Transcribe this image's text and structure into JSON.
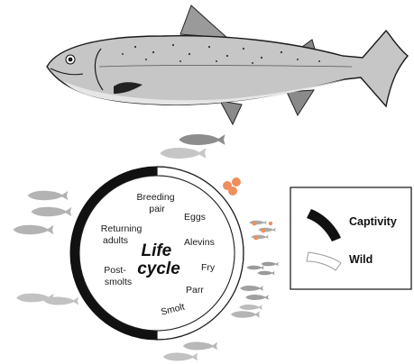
{
  "diagram": {
    "center_label_line1": "Life",
    "center_label_line2": "cycle",
    "stages": {
      "breeding_pair_line1": "Breeding",
      "breeding_pair_line2": "pair",
      "eggs": "Eggs",
      "alevins": "Alevins",
      "fry": "Fry",
      "parr": "Parr",
      "smolt": "Smolt",
      "post_smolts_line1": "Post-",
      "post_smolts_line2": "smolts",
      "returning_adults_line1": "Returning",
      "returning_adults_line2": "adults"
    }
  },
  "legend": {
    "captivity_label": "Captivity",
    "wild_label": "Wild",
    "captivity_color": "#111111",
    "wild_color": "#ffffff"
  },
  "colors": {
    "egg_color": "#ee8f5c",
    "adult_fish_gray": "#b3b3b3",
    "breeder_fish_gray": "#8d8d8d"
  },
  "icons": [
    "salmon-illustration",
    "egg-cluster-icon",
    "alevin-icon",
    "fry-icon",
    "parr-icon",
    "smolt-icon",
    "post-smolt-icon",
    "returning-adult-icon",
    "breeder-fish-icon"
  ]
}
